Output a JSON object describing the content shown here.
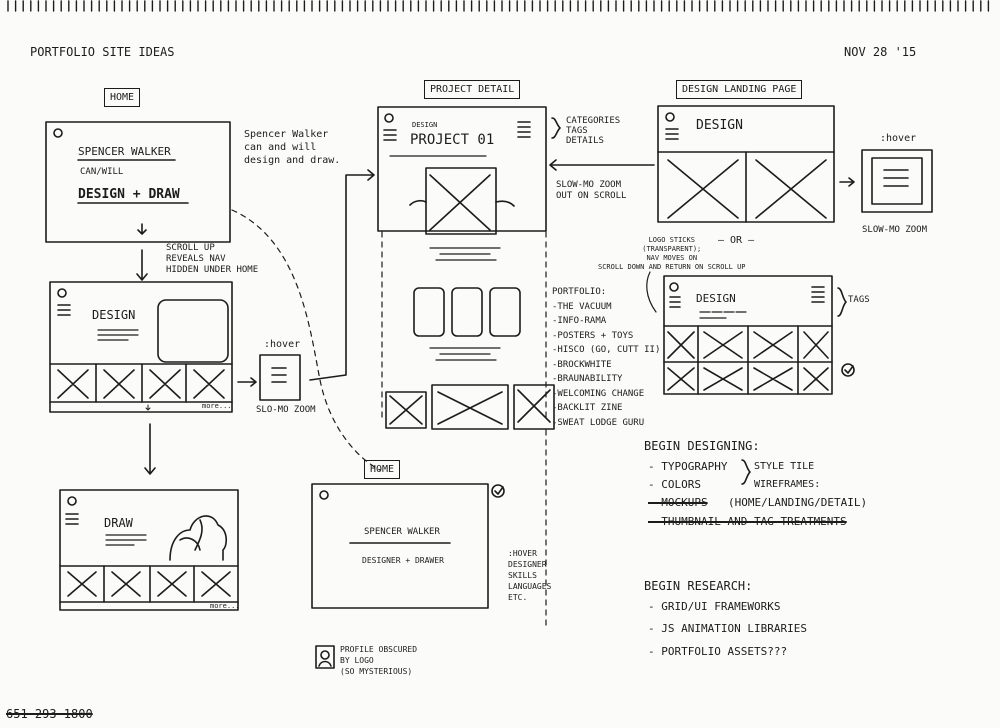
{
  "header": {
    "title": "PORTFOLIO SITE IDEAS",
    "date": "NOV 28 '15"
  },
  "home": {
    "tag": "HOME",
    "name": "SPENCER WALKER",
    "can": "CAN/WILL",
    "tagline": "DESIGN + DRAW",
    "note": [
      "Spencer Walker",
      "can and will",
      "design and draw."
    ],
    "scroll_note": [
      "SCROLL UP",
      "REVEALS NAV",
      "HIDDEN UNDER HOME"
    ]
  },
  "design_page": {
    "title": "DESIGN",
    "more": "more...",
    "hover_tag": ":hover",
    "hover_caption": "SLO-MO ZOOM"
  },
  "draw_page": {
    "title": "DRAW",
    "more": "more..."
  },
  "project_detail": {
    "tag": "PROJECT DETAIL",
    "category": "DESIGN",
    "title": "PROJECT 01",
    "side_notes": [
      "CATEGORIES",
      "TAGS",
      "DETAILS"
    ],
    "zoom_note": [
      "SLOW-MO ZOOM",
      "OUT ON SCROLL"
    ]
  },
  "portfolio": {
    "heading": "PORTFOLIO:",
    "items": [
      "-THE VACUUM",
      "-INFO-RAMA",
      "-POSTERS + TOYS",
      "-HISCO (GO, CUTT II)",
      "-BROCKWHITE",
      "-BRAUNABILITY",
      "-WELCOMING CHANGE",
      "-BACKLIT ZINE",
      "-SWEAT LODGE GURU"
    ]
  },
  "landing": {
    "tag": "DESIGN LANDING PAGE",
    "title": "DESIGN",
    "hover_tag": ":hover",
    "hover_caption": "SLOW-MO ZOOM",
    "or": "— OR —",
    "logo_note": [
      "LOGO STICKS",
      "(TRANSPARENT);",
      "NAV MOVES ON",
      "SCROLL DOWN AND RETURN ON SCROLL UP"
    ],
    "alt_title": "DESIGN",
    "tags_note": "TAGS"
  },
  "home2": {
    "tag": "HOME",
    "name": "SPENCER WALKER",
    "subtitle": "DESIGNER + DRAWER",
    "hover_note": [
      ":HOVER",
      "DESIGNER",
      "SKILLS",
      "LANGUAGES",
      "ETC."
    ],
    "profile_note": [
      "PROFILE OBSCURED",
      "BY LOGO",
      "(SO MYSTERIOUS)"
    ]
  },
  "begin_designing": {
    "heading": "BEGIN DESIGNING:",
    "items": [
      "- TYPOGRAPHY",
      "- COLORS"
    ],
    "style_tile": "STYLE TILE",
    "wireframes": "WIREFRAMES:",
    "mockups": "- MOCKUPS",
    "mockups_detail": "(HOME/LANDING/DETAIL)",
    "thumbnail": "- THUMBNAIL AND TAG TREATMENTS"
  },
  "begin_research": {
    "heading": "BEGIN RESEARCH:",
    "items": [
      "- GRID/UI FRAMEWORKS",
      "- JS ANIMATION LIBRARIES",
      "- PORTFOLIO ASSETS???"
    ]
  },
  "phone": "651 293 1800"
}
